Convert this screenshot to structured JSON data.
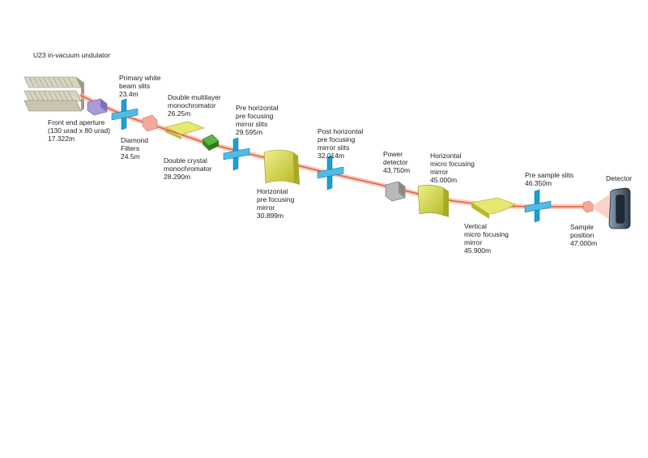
{
  "labels": {
    "undulator": [
      "U23 in-vacuum undulator"
    ],
    "white_slits": [
      "Primary white",
      "beam slits",
      "23.4m"
    ],
    "front_end": [
      "Front end aperture",
      "(130 urad x 80 urad)",
      "17.322m"
    ],
    "diamond": [
      "Diamond",
      "Filters",
      "24.5m"
    ],
    "dmm": [
      "Double multilayer",
      "monochromator",
      "26.25m"
    ],
    "dcm": [
      "Double crystal",
      "monochromator",
      "28.290m"
    ],
    "pre_h_slits": [
      "Pre horizontal",
      "pre focusing",
      "mirror slits",
      "29.595m"
    ],
    "h_pre_mirror": [
      "Horizontal",
      "pre focusing",
      "mirror",
      "30.899m"
    ],
    "post_h_slits": [
      "Post horizontal",
      "pre focusing",
      "mirror slits",
      "32.014m"
    ],
    "power": [
      "Power",
      "detector",
      "43.750m"
    ],
    "h_micro": [
      "Horizontal",
      "micro focusing",
      "mirror",
      "45.000m"
    ],
    "v_micro": [
      "Vertical",
      "micro focusing",
      "mirror",
      "45.900m"
    ],
    "pre_sample": [
      "Pre sample slits",
      "46.350m"
    ],
    "sample": [
      "Sample",
      "position",
      "47.000m"
    ],
    "detector": [
      "Detector"
    ]
  },
  "colors": {
    "beam": "#f08a70",
    "beam_core": "#e0603f",
    "slit": "#1aa0d8",
    "mirror": "#d6d84a",
    "mono_crystal": "#4aa030",
    "aperture": "#a99ad8",
    "filter": "#f4a898",
    "power_detector": "#a8a8a8",
    "detector": "#4a5a6a",
    "undulator": "#c8c4b0"
  }
}
